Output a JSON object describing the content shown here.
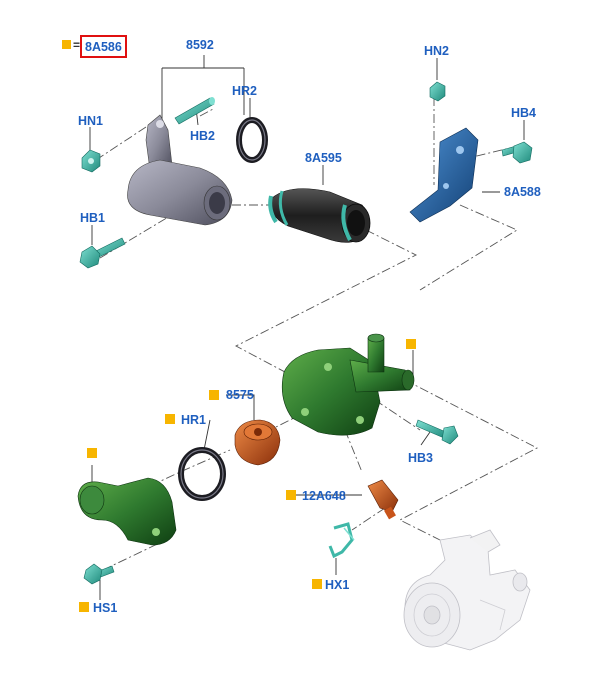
{
  "legend": {
    "eq": "=",
    "code": "8A586"
  },
  "colors": {
    "callout": "#1f5fbf",
    "legend_square": "#f7b500",
    "legend_box": "#e01010",
    "housing_green": "#2f7a2f",
    "bracket_blue": "#1f63a8",
    "thermostat_orange": "#c8541a",
    "hardware_teal": "#3fb8a8",
    "pipe_grey": "#8a8a99",
    "hose_black": "#222222"
  },
  "labels": {
    "p8592": "8592",
    "hn1": "HN1",
    "hb2": "HB2",
    "hr2": "HR2",
    "hb1": "HB1",
    "p8a595": "8A595",
    "hn2": "HN2",
    "hb4": "HB4",
    "p8a588": "8A588",
    "p8575": "8575",
    "hr1": "HR1",
    "hb3": "HB3",
    "p12a648": "12A648",
    "hx1": "HX1",
    "hs1": "HS1"
  }
}
